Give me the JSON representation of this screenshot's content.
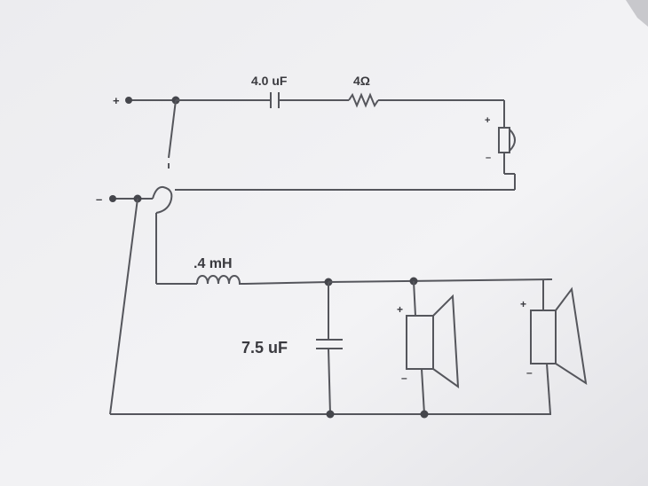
{
  "diagram": {
    "labels": {
      "tweeter_cap": "4.0 uF",
      "tweeter_res": "4Ω",
      "inductor": ".4 mH",
      "woofer_cap": "7.5 uF"
    },
    "terminals": {
      "input_plus": "+",
      "input_minus": "–",
      "tweeter_plus": "+",
      "tweeter_minus": "–",
      "woofer1_plus": "+",
      "woofer1_minus": "–",
      "woofer2_plus": "+",
      "woofer2_minus": "–"
    },
    "colors": {
      "line": "#55565c",
      "text": "#3a3a3f",
      "paper": "#f2f2f4"
    }
  }
}
